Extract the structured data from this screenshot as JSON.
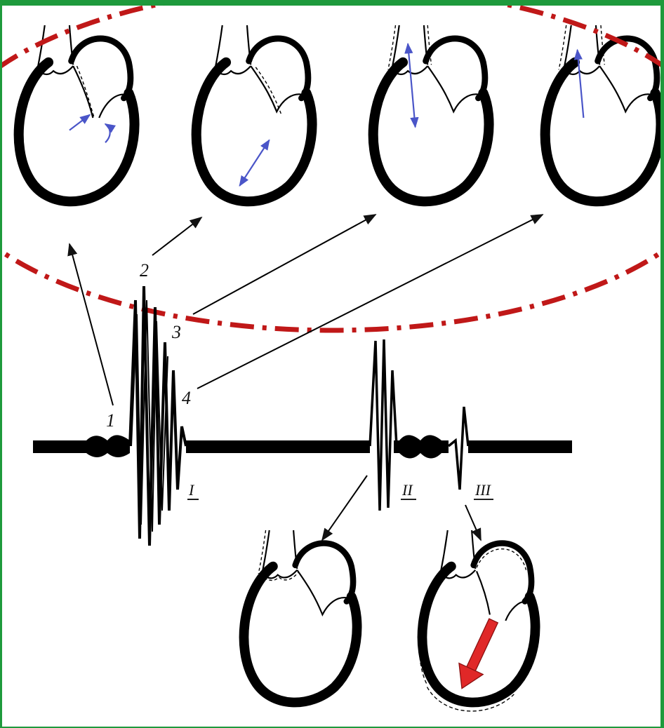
{
  "figure": {
    "phase_labels": [
      "1",
      "2",
      "3",
      "4"
    ],
    "heart_sound_labels": [
      "I",
      "II",
      "III"
    ],
    "colors": {
      "frame": "#1e9a3c",
      "dashed_ellipse": "#c01818",
      "flow_arrows": "#4a55c8",
      "filling_arrow": "#e02828",
      "ink": "#111111"
    },
    "icons": [
      "heart-outline",
      "flow-arrow",
      "pointer-arrow"
    ]
  }
}
